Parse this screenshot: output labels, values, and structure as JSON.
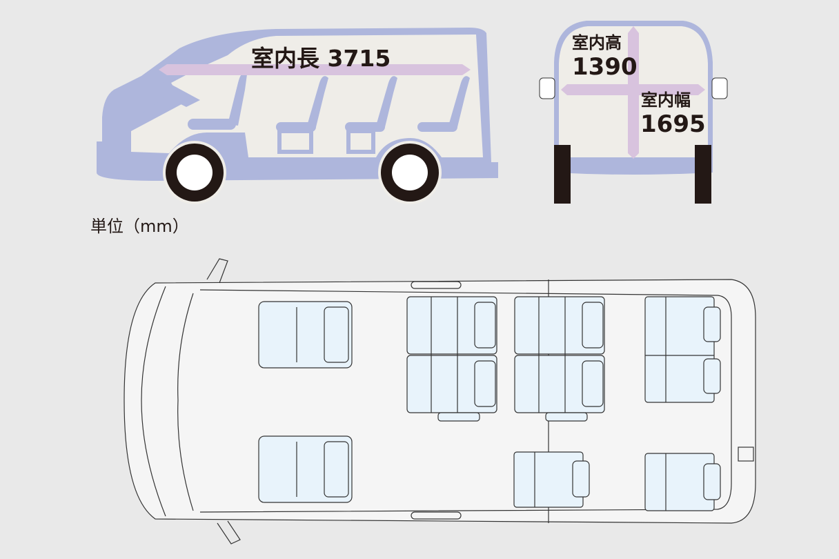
{
  "labels": {
    "length": "室内長 3715",
    "height_title": "室内高",
    "height_value": "1390",
    "width_title": "室内幅",
    "width_value": "1695",
    "unit": "単位（mm）"
  },
  "colors": {
    "background": "#e9e9e9",
    "body": "#aeb6dc",
    "interior": "#efede8",
    "dimension_arrow": "#d8c3de",
    "seat": "#e8f3fb",
    "tire": "#231815"
  }
}
